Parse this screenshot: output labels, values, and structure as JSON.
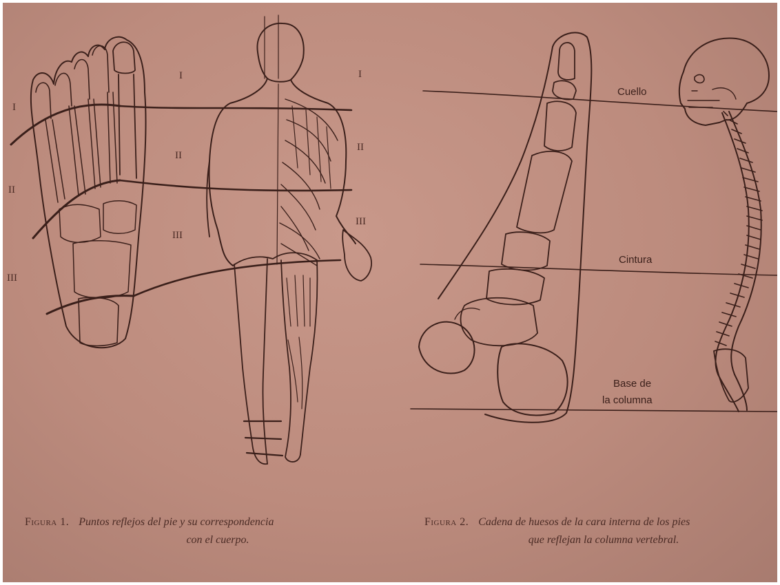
{
  "figure1": {
    "zone_labels": [
      "I",
      "II",
      "III"
    ],
    "caption": {
      "label": "Figura 1.",
      "line1": "Puntos reflejos del pie y su correspondencia",
      "line2": "con el cuerpo."
    }
  },
  "figure2": {
    "labels": {
      "neck": "Cuello",
      "waist": "Cintura",
      "base_line1": "Base de",
      "base_line2": "la columna"
    },
    "caption": {
      "label": "Figura 2.",
      "line1": "Cadena de huesos de la cara interna de los pies",
      "line2": "que reflejan la columna vertebral."
    }
  },
  "colors": {
    "paper": "#c8988a",
    "ink": "#3a1f1a",
    "text": "#4a2a24"
  }
}
